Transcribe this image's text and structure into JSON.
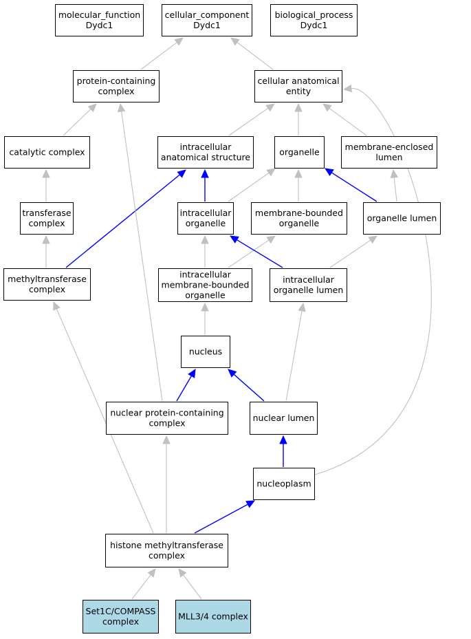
{
  "graph": {
    "colors": {
      "node_border": "#000000",
      "node_fill": "#ffffff",
      "highlight_fill": "#add8e6",
      "edge_gray": "#c0c0c0",
      "edge_blue": "#0000ff"
    },
    "nodes": [
      {
        "id": "molecular_function",
        "lines": [
          "molecular_function",
          "Dydc1"
        ]
      },
      {
        "id": "cellular_component",
        "lines": [
          "cellular_component",
          "Dydc1"
        ]
      },
      {
        "id": "biological_process",
        "lines": [
          "biological_process",
          "Dydc1"
        ]
      },
      {
        "id": "protein_containing_complex",
        "lines": [
          "protein-containing",
          "complex"
        ]
      },
      {
        "id": "cellular_anatomical_entity",
        "lines": [
          "cellular anatomical",
          "entity"
        ]
      },
      {
        "id": "catalytic_complex",
        "lines": [
          "catalytic complex"
        ]
      },
      {
        "id": "intracellular_anatomical_structure",
        "lines": [
          "intracellular",
          "anatomical structure"
        ]
      },
      {
        "id": "organelle",
        "lines": [
          "organelle"
        ]
      },
      {
        "id": "membrane_enclosed_lumen",
        "lines": [
          "membrane-enclosed",
          "lumen"
        ]
      },
      {
        "id": "transferase_complex",
        "lines": [
          "transferase",
          "complex"
        ]
      },
      {
        "id": "intracellular_organelle",
        "lines": [
          "intracellular",
          "organelle"
        ]
      },
      {
        "id": "membrane_bounded_organelle",
        "lines": [
          "membrane-bounded",
          "organelle"
        ]
      },
      {
        "id": "organelle_lumen",
        "lines": [
          "organelle lumen"
        ]
      },
      {
        "id": "methyltransferase_complex",
        "lines": [
          "methyltransferase",
          "complex"
        ]
      },
      {
        "id": "intracellular_membrane_bounded_organelle",
        "lines": [
          "intracellular",
          "membrane-bounded",
          "organelle"
        ]
      },
      {
        "id": "intracellular_organelle_lumen",
        "lines": [
          "intracellular",
          "organelle lumen"
        ]
      },
      {
        "id": "nucleus",
        "lines": [
          "nucleus"
        ]
      },
      {
        "id": "nuclear_protein_containing_complex",
        "lines": [
          "nuclear protein-containing",
          "complex"
        ]
      },
      {
        "id": "nuclear_lumen",
        "lines": [
          "nuclear lumen"
        ]
      },
      {
        "id": "nucleoplasm",
        "lines": [
          "nucleoplasm"
        ]
      },
      {
        "id": "histone_methyltransferase_complex",
        "lines": [
          "histone methyltransferase",
          "complex"
        ]
      },
      {
        "id": "set1c_compass_complex",
        "lines": [
          "Set1C/COMPASS",
          "complex"
        ],
        "highlight": true
      },
      {
        "id": "mll3_4_complex",
        "lines": [
          "MLL3/4 complex"
        ],
        "highlight": true
      }
    ],
    "edges": [
      {
        "from": "protein_containing_complex",
        "to": "cellular_component",
        "color": "gray"
      },
      {
        "from": "cellular_anatomical_entity",
        "to": "cellular_component",
        "color": "gray"
      },
      {
        "from": "catalytic_complex",
        "to": "protein_containing_complex",
        "color": "gray"
      },
      {
        "from": "intracellular_anatomical_structure",
        "to": "cellular_anatomical_entity",
        "color": "gray"
      },
      {
        "from": "organelle",
        "to": "cellular_anatomical_entity",
        "color": "gray"
      },
      {
        "from": "membrane_enclosed_lumen",
        "to": "cellular_anatomical_entity",
        "color": "gray"
      },
      {
        "from": "transferase_complex",
        "to": "catalytic_complex",
        "color": "gray"
      },
      {
        "from": "intracellular_organelle",
        "to": "intracellular_anatomical_structure",
        "color": "blue"
      },
      {
        "from": "intracellular_organelle",
        "to": "organelle",
        "color": "gray"
      },
      {
        "from": "membrane_bounded_organelle",
        "to": "organelle",
        "color": "gray"
      },
      {
        "from": "organelle_lumen",
        "to": "organelle",
        "color": "blue"
      },
      {
        "from": "organelle_lumen",
        "to": "membrane_enclosed_lumen",
        "color": "gray"
      },
      {
        "from": "methyltransferase_complex",
        "to": "transferase_complex",
        "color": "gray"
      },
      {
        "from": "methyltransferase_complex",
        "to": "intracellular_anatomical_structure",
        "color": "blue"
      },
      {
        "from": "intracellular_membrane_bounded_organelle",
        "to": "intracellular_organelle",
        "color": "gray"
      },
      {
        "from": "intracellular_membrane_bounded_organelle",
        "to": "membrane_bounded_organelle",
        "color": "gray"
      },
      {
        "from": "intracellular_organelle_lumen",
        "to": "intracellular_organelle",
        "color": "blue"
      },
      {
        "from": "intracellular_organelle_lumen",
        "to": "organelle_lumen",
        "color": "gray"
      },
      {
        "from": "nucleus",
        "to": "intracellular_membrane_bounded_organelle",
        "color": "gray"
      },
      {
        "from": "nuclear_protein_containing_complex",
        "to": "protein_containing_complex",
        "color": "gray"
      },
      {
        "from": "nuclear_protein_containing_complex",
        "to": "nucleus",
        "color": "blue"
      },
      {
        "from": "nuclear_lumen",
        "to": "nucleus",
        "color": "blue"
      },
      {
        "from": "nuclear_lumen",
        "to": "intracellular_organelle_lumen",
        "color": "gray"
      },
      {
        "from": "nucleoplasm",
        "to": "nuclear_lumen",
        "color": "blue"
      },
      {
        "from": "nucleoplasm",
        "to": "cellular_anatomical_entity",
        "color": "gray"
      },
      {
        "from": "histone_methyltransferase_complex",
        "to": "methyltransferase_complex",
        "color": "gray"
      },
      {
        "from": "histone_methyltransferase_complex",
        "to": "nuclear_protein_containing_complex",
        "color": "gray"
      },
      {
        "from": "histone_methyltransferase_complex",
        "to": "nucleoplasm",
        "color": "blue"
      },
      {
        "from": "set1c_compass_complex",
        "to": "histone_methyltransferase_complex",
        "color": "gray"
      },
      {
        "from": "mll3_4_complex",
        "to": "histone_methyltransferase_complex",
        "color": "gray"
      }
    ]
  }
}
